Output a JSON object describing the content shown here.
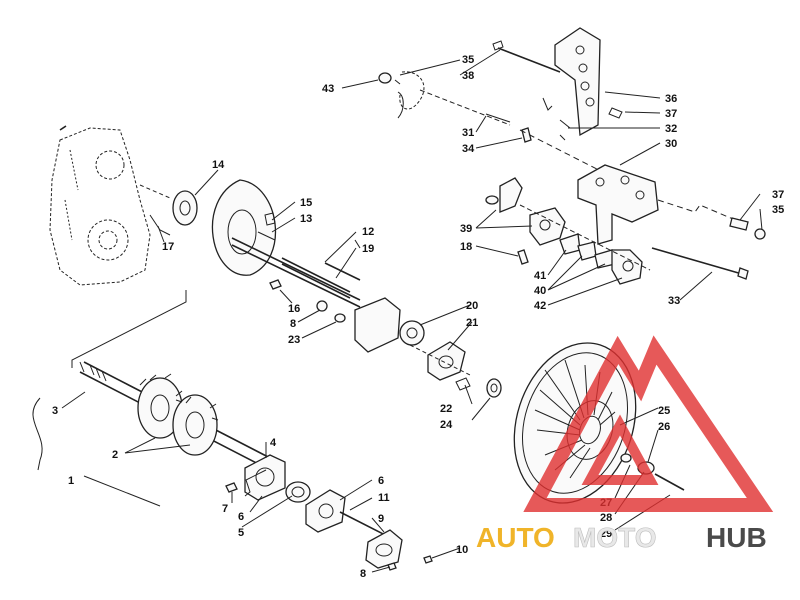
{
  "labels": {
    "l1": "1",
    "l2": "2",
    "l3": "3",
    "l4": "4",
    "l5": "5",
    "l6a": "6",
    "l6b": "6",
    "l7": "7",
    "l8a": "8",
    "l8b": "8",
    "l9": "9",
    "l10": "10",
    "l11": "11",
    "l12": "12",
    "l13": "13",
    "l14": "14",
    "l15": "15",
    "l16": "16",
    "l17": "17",
    "l18": "18",
    "l19": "19",
    "l20": "20",
    "l21": "21",
    "l22": "22",
    "l23": "23",
    "l24": "24",
    "l25": "25",
    "l26": "26",
    "l27": "27",
    "l28": "28",
    "l29": "29",
    "l30": "30",
    "l31": "31",
    "l32": "32",
    "l33": "33",
    "l34": "34",
    "l35a": "35",
    "l35b": "35",
    "l36": "36",
    "l37a": "37",
    "l37b": "37",
    "l38": "38",
    "l39": "39",
    "l40": "40",
    "l41": "41",
    "l42": "42",
    "l43": "43"
  },
  "watermark": {
    "auto": "AUTO",
    "moto": "MOTO",
    "hub": "HUB",
    "color_auto": "#f0b429",
    "color_moto": "#e8e8e8",
    "color_hub": "#4a4a4a",
    "triangle_color": "#e03030"
  }
}
